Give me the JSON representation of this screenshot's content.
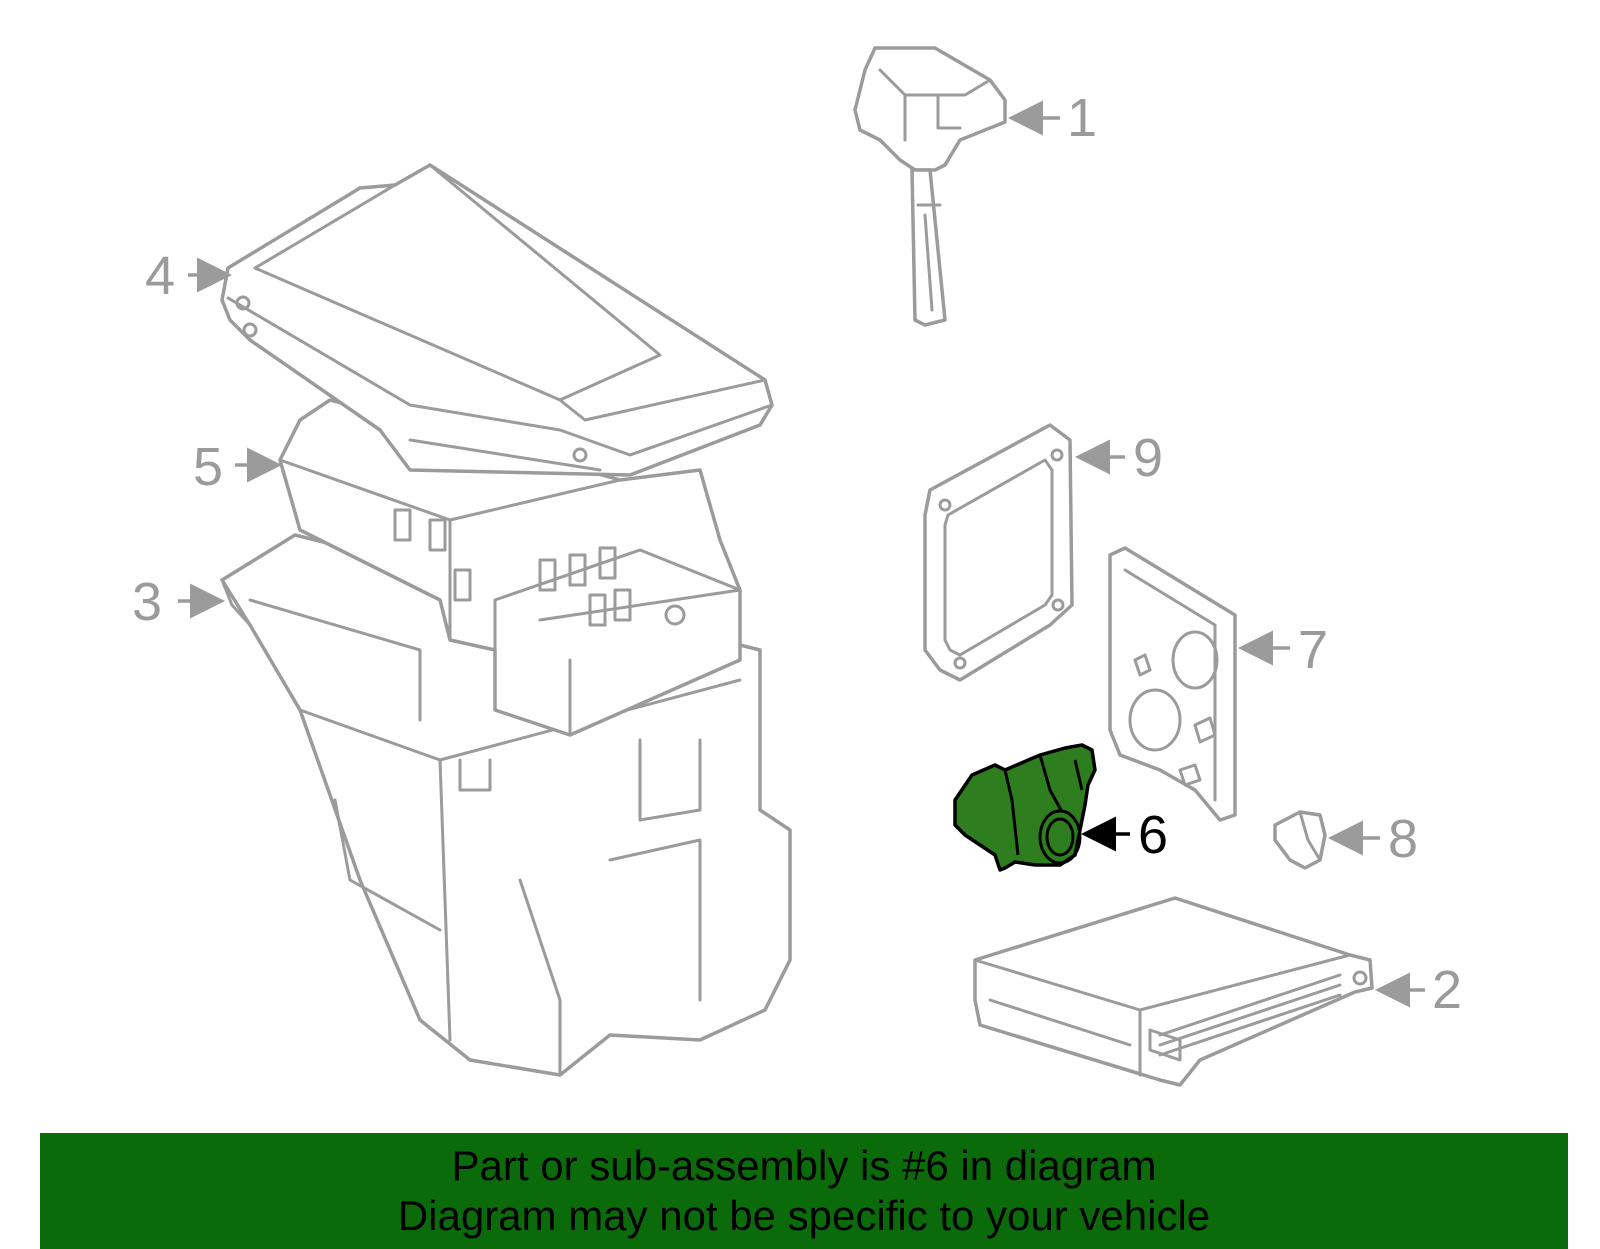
{
  "colors": {
    "banner_bg": "#0b6b0b",
    "highlight": "#2e7d1e",
    "line": "#9b9b9b"
  },
  "callouts": [
    {
      "id": "1",
      "label": "1"
    },
    {
      "id": "2",
      "label": "2"
    },
    {
      "id": "3",
      "label": "3"
    },
    {
      "id": "4",
      "label": "4"
    },
    {
      "id": "5",
      "label": "5"
    },
    {
      "id": "6",
      "label": "6",
      "highlighted": true
    },
    {
      "id": "7",
      "label": "7"
    },
    {
      "id": "8",
      "label": "8"
    },
    {
      "id": "9",
      "label": "9"
    }
  ],
  "banner": {
    "line1": "Part or sub-assembly is #6 in diagram",
    "line2": "Diagram may not be specific to your vehicle"
  }
}
